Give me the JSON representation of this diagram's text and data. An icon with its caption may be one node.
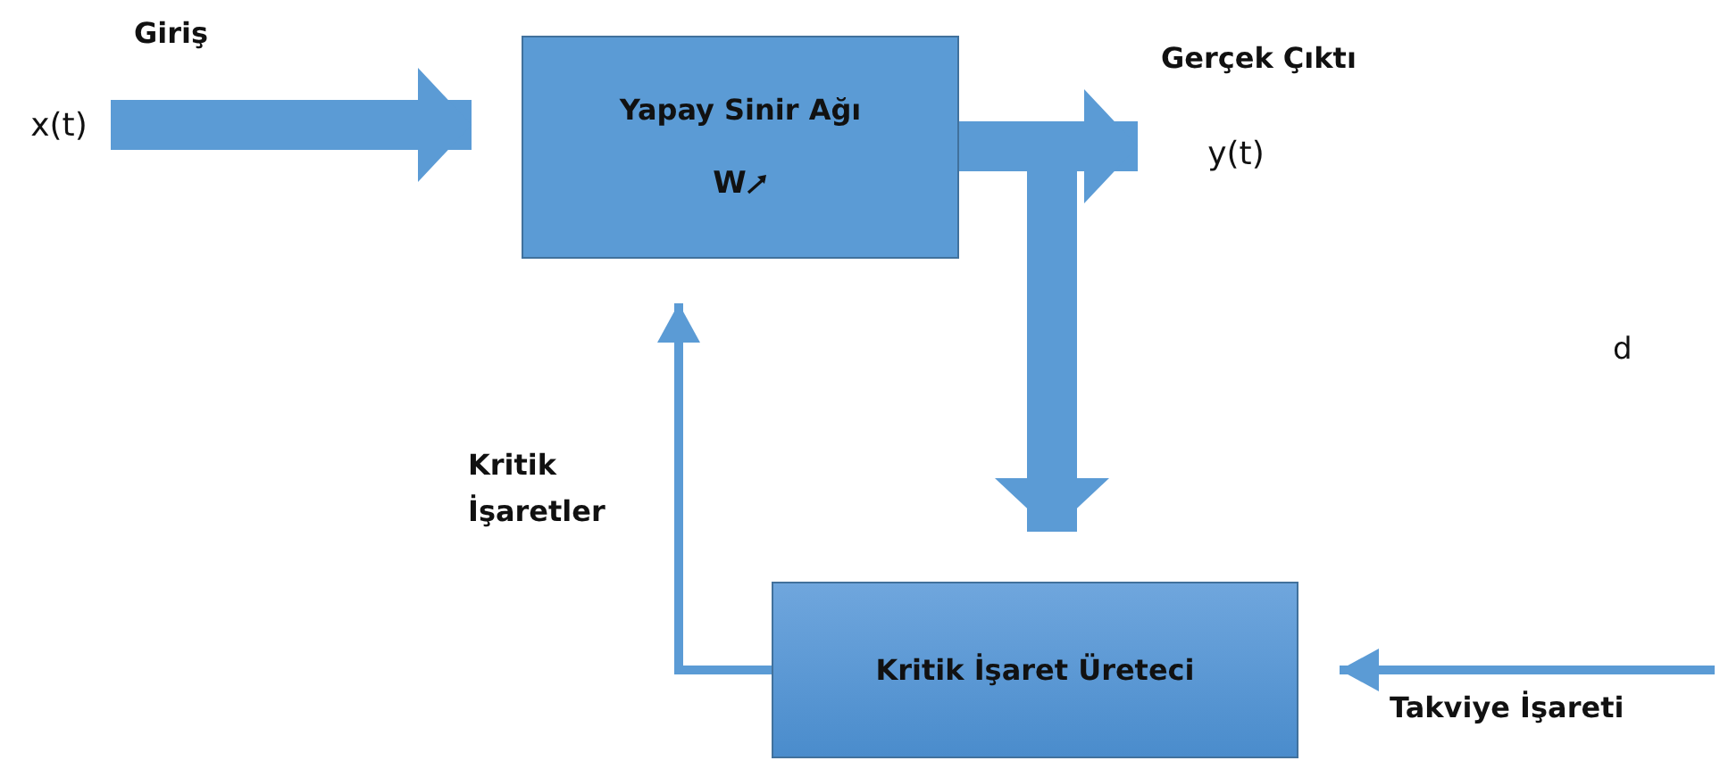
{
  "diagram": {
    "nodes": [
      {
        "text": [
          "x(t)"
        ]
      },
      {
        "text": [
          "Yapay Sinir Ağı",
          "W"
        ]
      },
      {
        "text": [
          "y(t)"
        ]
      },
      {
        "text": [
          "Kritik İşaret Üreteci"
        ]
      }
    ],
    "edges": [
      {
        "from": 0,
        "to": 1,
        "arrow": "to",
        "label": "Giriş"
      },
      {
        "from": 1,
        "to": 2,
        "arrow": "to",
        "label": "Gerçek Çıktı"
      },
      {
        "from": 1,
        "to": 3,
        "arrow": "to"
      },
      {
        "from": 3,
        "to": 1,
        "arrow": "to",
        "label": "Kritik İşaretler"
      },
      {
        "from": null,
        "to": 3,
        "arrow": "to",
        "label": "Takviye İşareti"
      }
    ],
    "labels": [
      "d"
    ]
  }
}
